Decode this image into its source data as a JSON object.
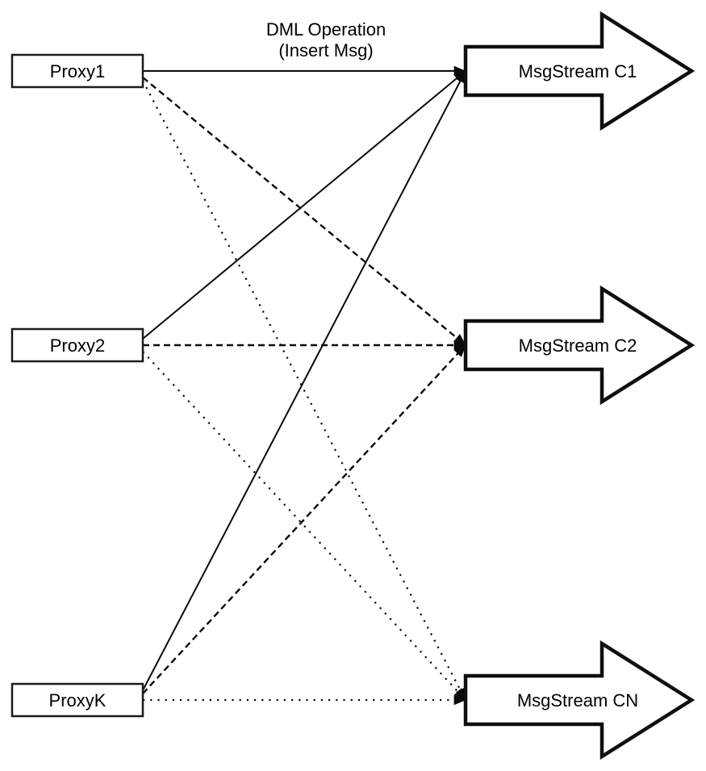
{
  "title": {
    "line1": "DML Operation",
    "line2": "(Insert Msg)"
  },
  "nodes": {
    "proxies": [
      {
        "id": "proxy1",
        "label": "Proxy1"
      },
      {
        "id": "proxy2",
        "label": "Proxy2"
      },
      {
        "id": "proxyk",
        "label": "ProxyK"
      }
    ],
    "streams": [
      {
        "id": "c1",
        "label": "MsgStream C1"
      },
      {
        "id": "c2",
        "label": "MsgStream C2"
      },
      {
        "id": "cn",
        "label": "MsgStream CN"
      }
    ]
  },
  "edges": [
    {
      "from": "proxy1",
      "to": "c1",
      "style": "solid"
    },
    {
      "from": "proxy1",
      "to": "c2",
      "style": "dashed"
    },
    {
      "from": "proxy1",
      "to": "cn",
      "style": "dotted"
    },
    {
      "from": "proxy2",
      "to": "c1",
      "style": "solid"
    },
    {
      "from": "proxy2",
      "to": "c2",
      "style": "dashed"
    },
    {
      "from": "proxy2",
      "to": "cn",
      "style": "dotted"
    },
    {
      "from": "proxyk",
      "to": "c1",
      "style": "solid"
    },
    {
      "from": "proxyk",
      "to": "c2",
      "style": "dashed"
    },
    {
      "from": "proxyk",
      "to": "cn",
      "style": "dotted"
    }
  ],
  "colors": {
    "line": "#0a0a0a",
    "node_border": "#1c1c1c",
    "node_fill": "#ffffff",
    "text": "#000000",
    "background": "#ffffff"
  }
}
